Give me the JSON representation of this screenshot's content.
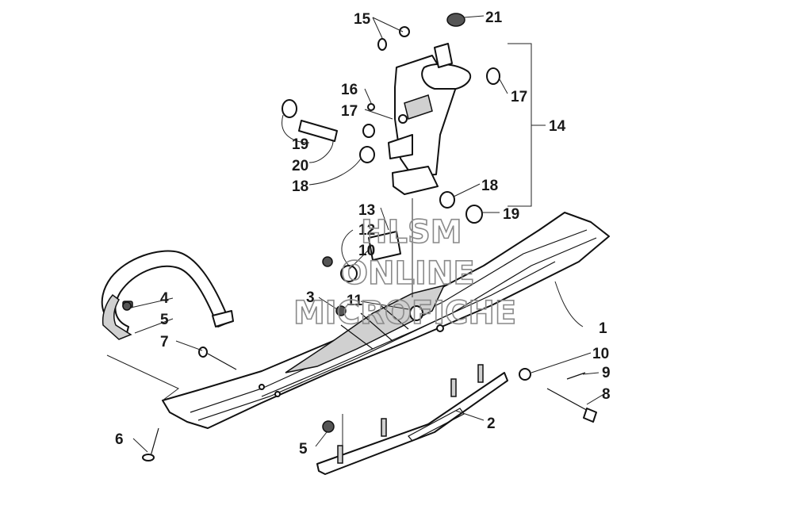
{
  "callouts": {
    "c1": "1",
    "c2": "2",
    "c3": "3",
    "c4": "4",
    "c5a": "5",
    "c5b": "5",
    "c6": "6",
    "c7": "7",
    "c8": "8",
    "c9": "9",
    "c10a": "10",
    "c10b": "10",
    "c11": "11",
    "c12": "12",
    "c13": "13",
    "c14": "14",
    "c15": "15",
    "c16": "16",
    "c17a": "17",
    "c17b": "17",
    "c18a": "18",
    "c18b": "18",
    "c19a": "19",
    "c19b": "19",
    "c20": "20",
    "c21": "21"
  },
  "watermark": {
    "line1": "HLSM",
    "line2": "ONLINE",
    "line3": "MICROFICHE"
  }
}
